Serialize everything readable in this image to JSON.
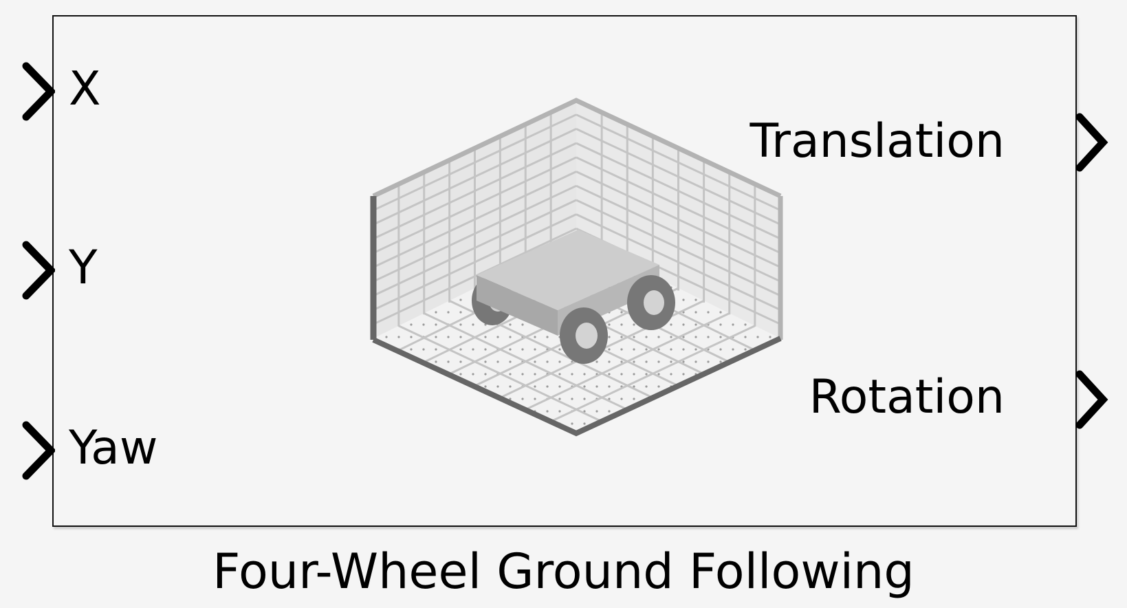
{
  "block": {
    "name": "Four-Wheel Ground Following",
    "inputs": [
      {
        "label": "X",
        "icon": "chevron-right-icon"
      },
      {
        "label": "Y",
        "icon": "chevron-right-icon"
      },
      {
        "label": "Yaw",
        "icon": "chevron-right-icon"
      }
    ],
    "outputs": [
      {
        "label": "Translation",
        "icon": "chevron-right-icon"
      },
      {
        "label": "Rotation",
        "icon": "chevron-right-icon"
      }
    ],
    "icon": "vehicle-in-grid-scene-icon"
  },
  "colors": {
    "background": "#f5f5f5",
    "border": "#111111",
    "text": "#000000",
    "icon_grid": "#c8c8c8",
    "icon_dark": "#666666"
  }
}
